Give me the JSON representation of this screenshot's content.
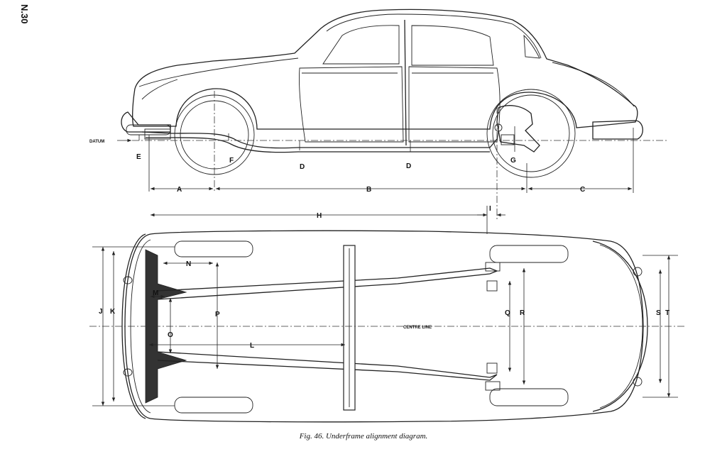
{
  "page_number": "N.30",
  "caption": "Fig. 46.   Underframe alignment diagram.",
  "labels": {
    "datum": "DATUM",
    "centre_line": "CENTRE LINE",
    "A": "A",
    "B": "B",
    "C": "C",
    "D": "D",
    "E": "E",
    "F": "F",
    "G": "G",
    "H": "H",
    "I": "I",
    "J": "J",
    "K": "K",
    "L": "L",
    "M": "M",
    "N": "N",
    "O": "O",
    "P": "P",
    "Q": "Q",
    "R": "R",
    "S": "S",
    "T": "T"
  }
}
